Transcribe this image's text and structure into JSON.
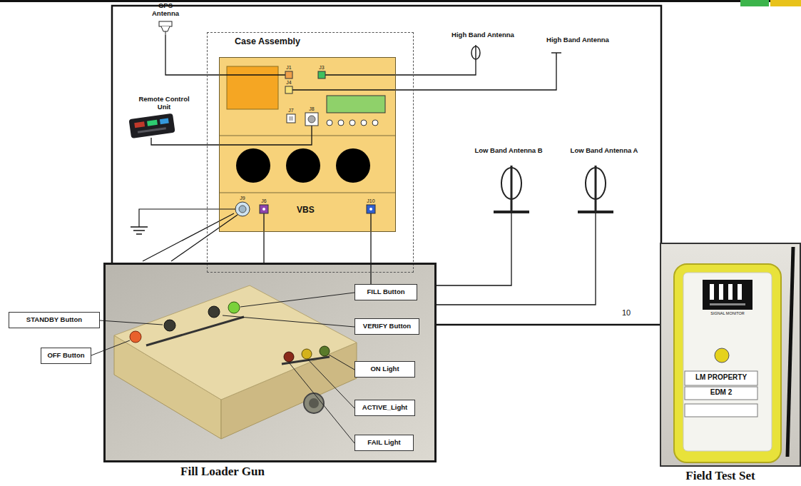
{
  "diagram": {
    "nodes": [
      {
        "text": [
          "GPS Antenna"
        ]
      },
      {
        "text": [
          "Case Assembly"
        ]
      },
      {
        "text": [
          "VBS"
        ],
        "in": 1
      },
      {
        "text": [
          "High Band Antenna"
        ]
      },
      {
        "text": [
          "High Band Antenna"
        ]
      },
      {
        "text": [
          "Remote Control Unit"
        ]
      },
      {
        "text": [
          "Low Band Antenna B"
        ]
      },
      {
        "text": [
          "Low Band Antenna A"
        ]
      },
      {
        "text": [
          "Fill Loader Gun"
        ]
      },
      {
        "text": [
          "STANDBY Button"
        ]
      },
      {
        "text": [
          "OFF Button"
        ]
      },
      {
        "text": [
          "FILL Button"
        ],
        "in": 8
      },
      {
        "text": [
          "VERIFY Button"
        ],
        "in": 8
      },
      {
        "text": [
          "ON Light"
        ],
        "in": 8
      },
      {
        "text": [
          "ACTIVE_Light"
        ],
        "in": 8
      },
      {
        "text": [
          "FAIL Light"
        ],
        "in": 8
      },
      {
        "text": [
          "Field Test Set"
        ]
      }
    ],
    "edges": [
      {
        "from": 0,
        "to": 2,
        "arrow": "none"
      },
      {
        "from": 3,
        "to": 2,
        "arrow": "none"
      },
      {
        "from": 4,
        "to": 2,
        "arrow": "none"
      },
      {
        "from": 5,
        "to": 2,
        "arrow": "none"
      },
      {
        "from": 2,
        "to": 8,
        "arrow": "none"
      },
      {
        "from": 2,
        "to": 11,
        "arrow": "none"
      },
      {
        "from": 6,
        "to": 8,
        "arrow": "none"
      },
      {
        "from": 7,
        "to": 8,
        "arrow": "none"
      },
      {
        "from": 8,
        "to": 16,
        "label": "10",
        "arrow": "none"
      }
    ],
    "labels": [
      "J1",
      "J3",
      "J4",
      "J7",
      "J8",
      "J9",
      "J6",
      "J10",
      "SIGNAL MONITOR",
      "LM PROPERTY",
      "EDM 2"
    ]
  }
}
